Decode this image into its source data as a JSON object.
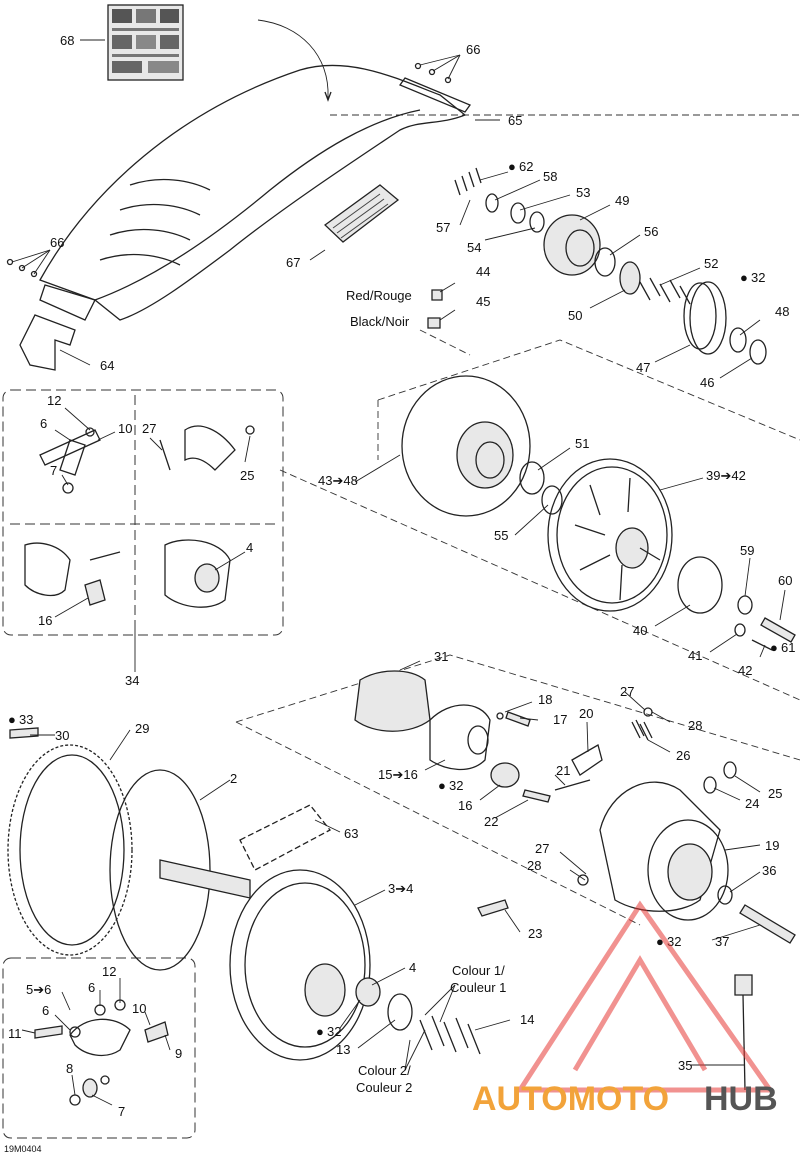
{
  "diagram": {
    "figure_id": "19M0404",
    "callouts": {
      "c68": "68",
      "c66a": "66",
      "c65": "65",
      "c66b": "66",
      "c67": "67",
      "c64": "64",
      "c62": "62",
      "c58": "58",
      "c53": "53",
      "c49": "49",
      "c57": "57",
      "c54": "54",
      "c56": "56",
      "c52": "52",
      "c32a": "32",
      "c50": "50",
      "c48": "48",
      "c47": "47",
      "c46": "46",
      "c44": "44",
      "c45": "45",
      "c12a": "12",
      "c6a": "6",
      "c10a": "10",
      "c27a": "27",
      "c7a": "7",
      "c25a": "25",
      "c4a": "4",
      "c16a": "16",
      "c34": "34",
      "c43": "43➔48",
      "c51": "51",
      "c55": "55",
      "c3942": "39➔42",
      "c59": "59",
      "c60": "60",
      "c40": "40",
      "c41": "41",
      "c42": "42",
      "c61": "61",
      "c31": "31",
      "c18": "18",
      "c17": "17",
      "c20": "20",
      "c27b": "27",
      "c28a": "28",
      "c1516": "15➔16",
      "c32b": "32",
      "c16b": "16",
      "c21": "21",
      "c26": "26",
      "c22": "22",
      "c25b": "25",
      "c24": "24",
      "c19": "19",
      "c27c": "27",
      "c28b": "28",
      "c36": "36",
      "c23": "23",
      "c32c": "32",
      "c37": "37",
      "c33": "33",
      "c30": "30",
      "c29": "29",
      "c2": "2",
      "c63": "63",
      "c34b": "3➔4",
      "c4b": "4",
      "c14": "14",
      "c32d": "32",
      "c13": "13",
      "c35": "35",
      "c12b": "12",
      "c56b": "5➔6",
      "c6b": "6",
      "c6c": "6",
      "c10b": "10",
      "c11": "11",
      "c9": "9",
      "c8": "8",
      "c7b": "7"
    },
    "color_labels": {
      "red": "Red/Rouge",
      "black": "Black/Noir",
      "colour1_line1": "Colour 1/",
      "colour1_line2": "Couleur 1",
      "colour2_line1": "Colour 2/",
      "colour2_line2": "Couleur 2"
    },
    "lubricant_icon": "oil-drop-icon"
  },
  "watermark": {
    "part1": "AUTOMOTO",
    "part2": "HUB",
    "color_primary": "#f2a33a",
    "color_secondary": "#555555",
    "logo_color": "#e53935"
  }
}
